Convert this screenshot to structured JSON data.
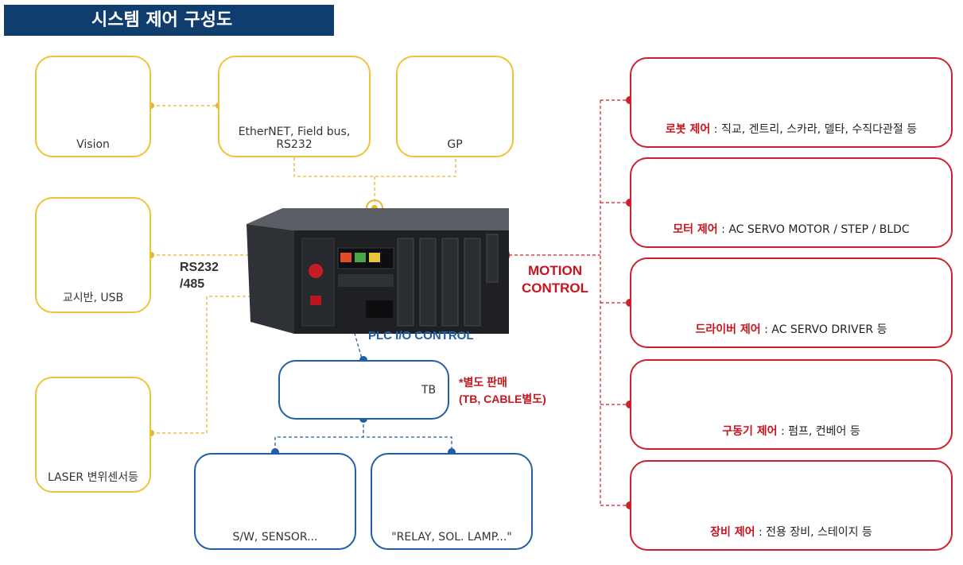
{
  "title": "시스템 제어 구성도",
  "left_devices": [
    {
      "label": "Vision",
      "icon": "camera-icon"
    },
    {
      "label": "EtherNET, Field bus, RS232",
      "icon": "pc-monitor-icon"
    },
    {
      "label": "GP",
      "icon": "touch-panel-icon"
    },
    {
      "label": "교시반, USB",
      "icon": "teach-pendant-icon"
    },
    {
      "label": "LASER 변위센서등",
      "icon": "laser-sensor-icon"
    }
  ],
  "labels": {
    "rs232_line1": "RS232",
    "rs232_line2": "/485",
    "motion_line1": "MOTION",
    "motion_line2": "CONTROL",
    "plc": "PLC I/O CONTROL",
    "tb": "TB",
    "separate_line1": "*별도 판매",
    "separate_line2": "(TB, CABLE별도)"
  },
  "io_devices": [
    {
      "label": "S/W, SENSOR...",
      "icon": "switch-sensor-icon"
    },
    {
      "label": "\"RELAY, SOL. LAMP...\"",
      "icon": "relay-valve-icon"
    }
  ],
  "right_items": [
    {
      "red": "로봇 제어",
      "sep": " : ",
      "rest": "직교, 겐트리, 스카라, 델타, 수직다관절 등"
    },
    {
      "red": "모터 제어",
      "sep": " : ",
      "rest": "AC SERVO MOTOR / STEP / BLDC"
    },
    {
      "red": "드라이버 제어",
      "sep": " : ",
      "rest": "AC SERVO DRIVER 등"
    },
    {
      "red": "구동기 제어",
      "sep": " : ",
      "rest": "펌프, 컨베어 등"
    },
    {
      "red": "장비 제어",
      "sep": " : ",
      "rest": "전용 장비, 스테이지 등"
    }
  ],
  "colors": {
    "navy": "#0f3e6e",
    "yellow": "#f0c238",
    "blue": "#1f5fa8",
    "red": "#d01f2a"
  }
}
